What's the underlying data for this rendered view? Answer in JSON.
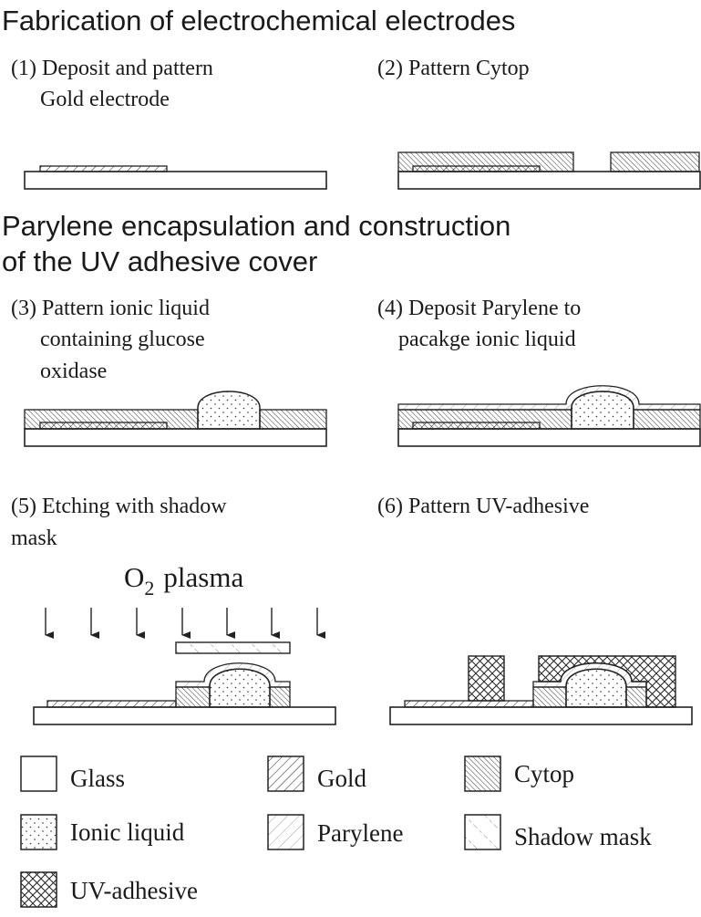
{
  "sections": {
    "fabrication_title": "Fabrication of electrochemical electrodes",
    "encapsulation_title_line1": "Parylene encapsulation and construction",
    "encapsulation_title_line2": "of the UV adhesive cover"
  },
  "steps": {
    "s1": {
      "line1": "(1) Deposit and pattern",
      "line2": "Gold electrode"
    },
    "s2": {
      "line1": "(2) Pattern Cytop"
    },
    "s3": {
      "line1": "(3) Pattern ionic liquid",
      "line2": "containing glucose",
      "line3": "oxidase"
    },
    "s4": {
      "line1": "(4) Deposit Parylene to",
      "line2": "pacakge ionic liquid"
    },
    "s5": {
      "line1": "(5) Etching with shadow",
      "line2": "mask"
    },
    "s6": {
      "line1": "(6) Pattern UV-adhesive"
    }
  },
  "plasma": {
    "prefix": "O",
    "subscript": "2",
    "suffix": "plasma"
  },
  "legend": {
    "glass": "Glass",
    "gold": "Gold",
    "cytop": "Cytop",
    "ionic_liquid": "Ionic liquid",
    "parylene": "Parylene",
    "shadow_mask": "Shadow mask",
    "uv_adhesive": "UV-adhesive"
  }
}
